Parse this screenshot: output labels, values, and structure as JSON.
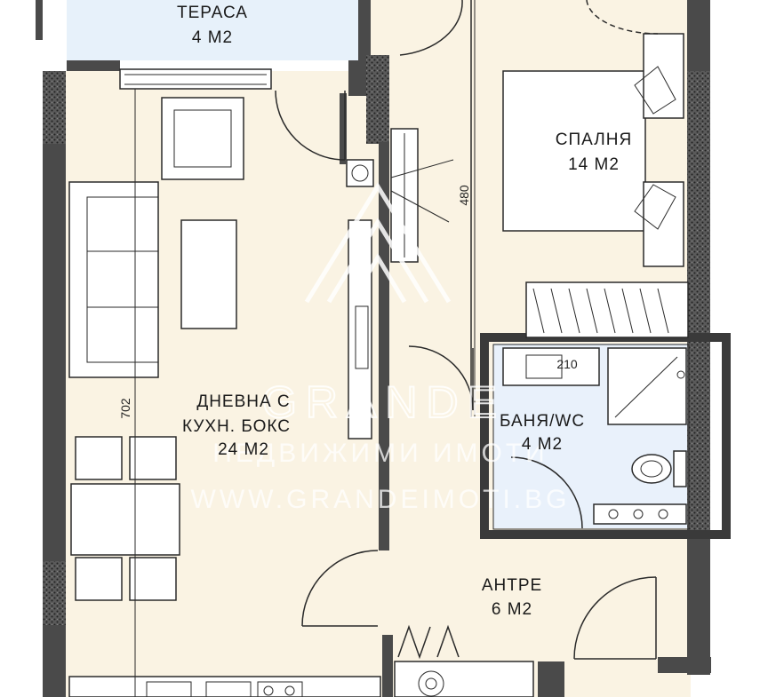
{
  "rooms": {
    "terrace": {
      "name": "ТЕРАСА",
      "area": "4 М2"
    },
    "bedroom": {
      "name": "СПАЛНЯ",
      "area": "14 М2"
    },
    "living": {
      "line1": "ДНЕВНА С",
      "line2": "КУХН. БОКС",
      "area": "24 М2"
    },
    "bathroom": {
      "name": "БАНЯ/WC",
      "area": "4 М2"
    },
    "entrance": {
      "name": "АНТРЕ",
      "area": "6 М2"
    }
  },
  "dimensions": {
    "living_length": "702",
    "corridor_length": "480",
    "bath_width": "210"
  },
  "watermark": {
    "brand": "GRANDE",
    "tagline": "НЕДВИЖИМИ ИМОТИ",
    "website": "WWW.GRANDEIMOTI.BG"
  },
  "colors": {
    "floor": "#faf3e3",
    "terrace_floor": "#e7f1fa",
    "bath_floor": "#e9f1fb",
    "wall": "#4a4a4a",
    "hatched_wall": "#6b6b6b"
  }
}
